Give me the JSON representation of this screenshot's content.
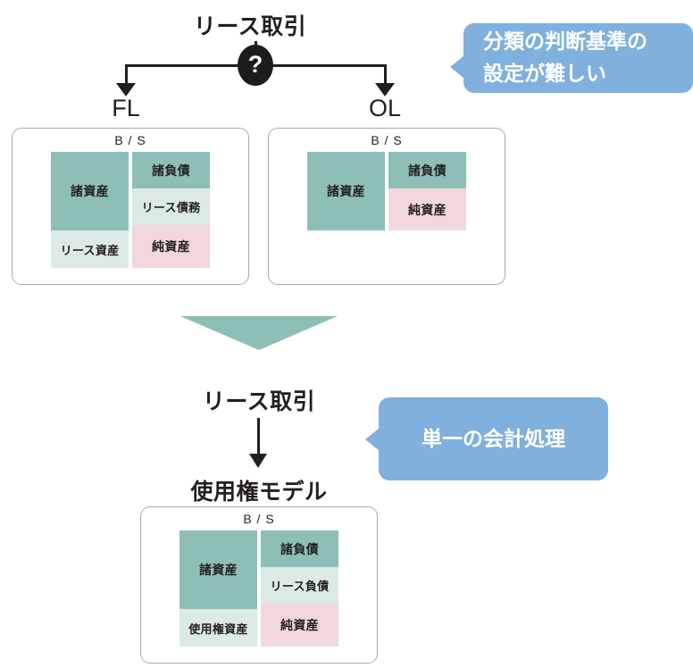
{
  "diagram": {
    "title_top": "リース取引",
    "decision_icon": "question-mark-badge",
    "decision_symbol": "?",
    "branches": [
      {
        "label": "FL"
      },
      {
        "label": "OL"
      }
    ],
    "callout_top": {
      "lines": [
        "分類の判断基準の",
        "設定が難しい"
      ]
    },
    "callout_bottom": {
      "lines": [
        "単一の会計処理"
      ]
    },
    "title_bottom": "リース取引",
    "model_label": "使用権モデル",
    "bs_caption": "B / S",
    "transition_icon": "large-down-triangle"
  },
  "colors": {
    "teal": "#8dbfb6",
    "light_teal": "#dbeae7",
    "pink": "#f2d7dc",
    "blue": "#7fb0de",
    "ink": "#231f20",
    "card_border": "#a9a9a9"
  },
  "balance_sheets": [
    {
      "id": "fl",
      "caption": "B / S",
      "assets": [
        {
          "name": "諸資産",
          "fill": "teal"
        },
        {
          "name": "リース資産",
          "fill": "light_teal"
        }
      ],
      "liabilities_equity": [
        {
          "name": "諸負債",
          "fill": "teal"
        },
        {
          "name": "リース債務",
          "fill": "light_teal"
        },
        {
          "name": "純資産",
          "fill": "pink"
        }
      ]
    },
    {
      "id": "ol",
      "caption": "B / S",
      "assets": [
        {
          "name": "諸資産",
          "fill": "teal"
        }
      ],
      "liabilities_equity": [
        {
          "name": "諸負債",
          "fill": "teal"
        },
        {
          "name": "純資産",
          "fill": "pink"
        }
      ]
    },
    {
      "id": "right-of-use",
      "caption": "B / S",
      "assets": [
        {
          "name": "諸資産",
          "fill": "teal"
        },
        {
          "name": "使用権資産",
          "fill": "light_teal"
        }
      ],
      "liabilities_equity": [
        {
          "name": "諸負債",
          "fill": "teal"
        },
        {
          "name": "リース負債",
          "fill": "light_teal"
        },
        {
          "name": "純資産",
          "fill": "pink"
        }
      ]
    }
  ]
}
